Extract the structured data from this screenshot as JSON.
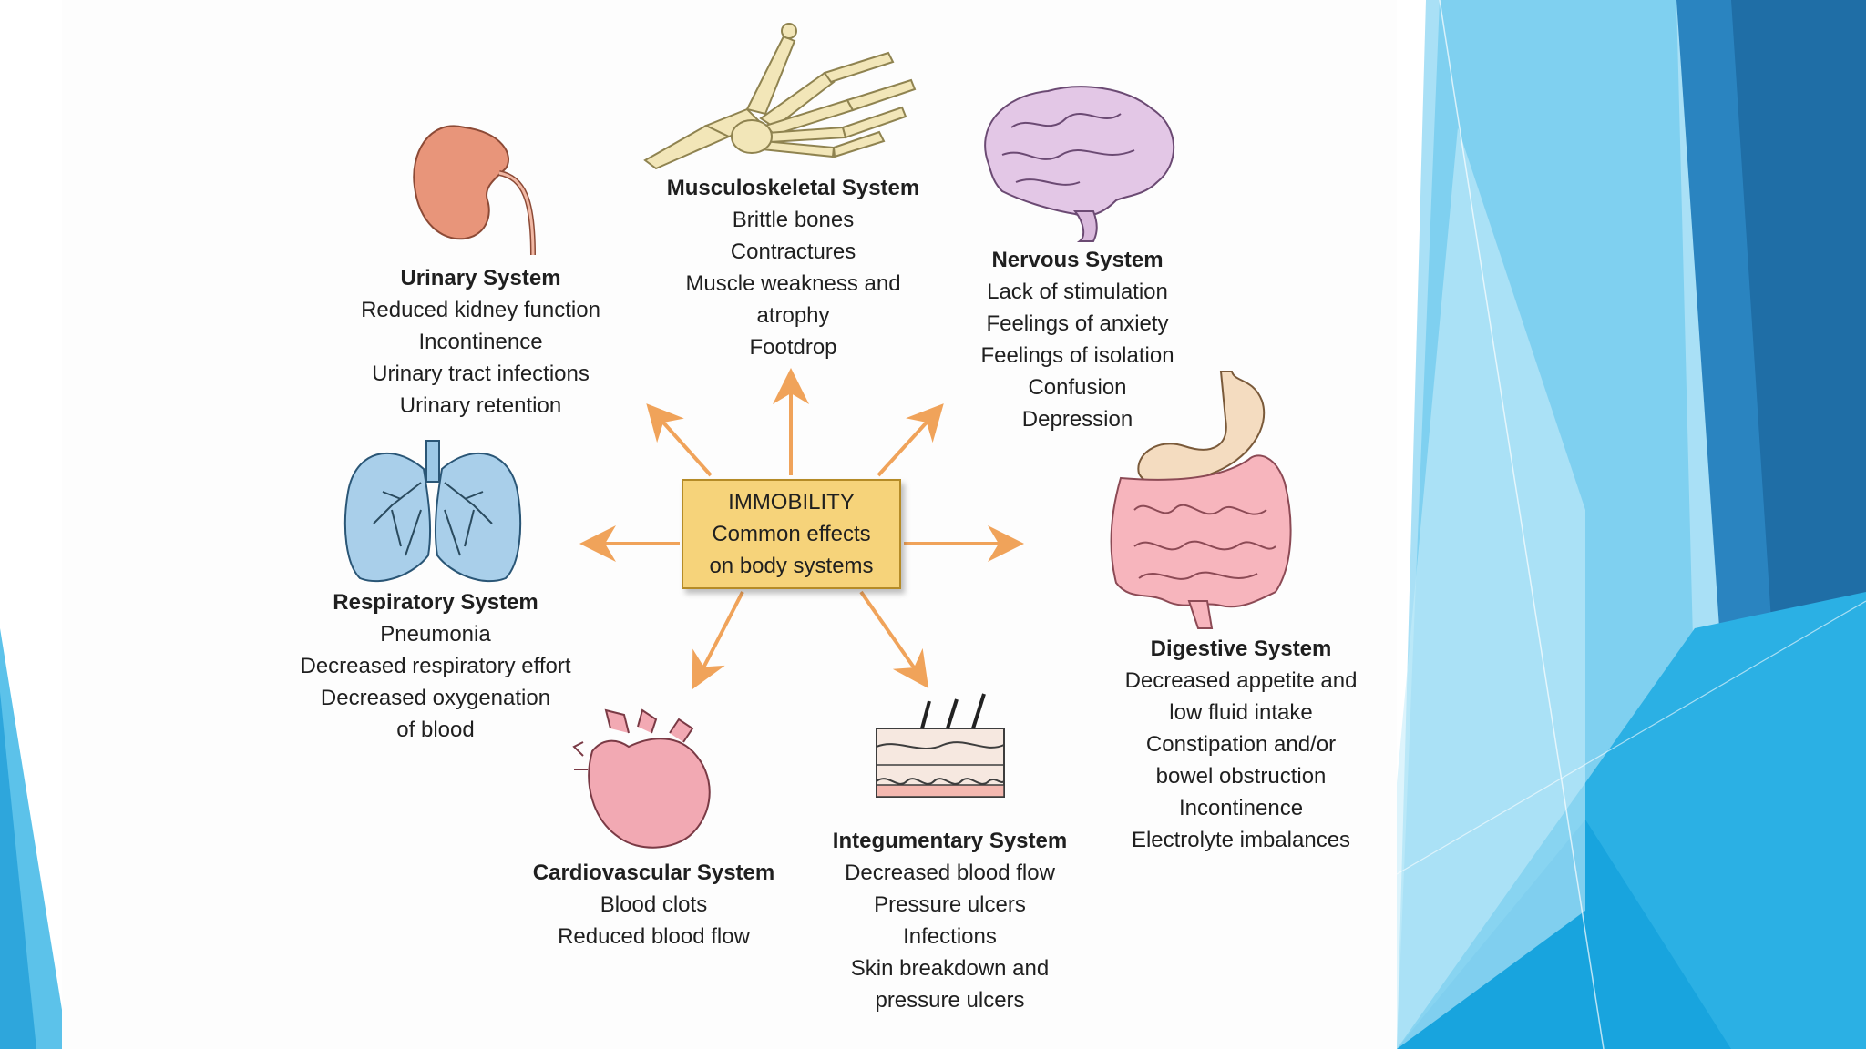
{
  "center": {
    "lines": [
      "IMMOBILITY",
      "Common effects",
      "on body systems"
    ]
  },
  "systems": {
    "musculoskeletal": {
      "title": "Musculoskeletal System",
      "effects": [
        "Brittle bones",
        "Contractures",
        "Muscle weakness and",
        "atrophy",
        "Footdrop"
      ]
    },
    "urinary": {
      "title": "Urinary System",
      "effects": [
        "Reduced kidney function",
        "Incontinence",
        "Urinary tract infections",
        "Urinary retention"
      ]
    },
    "nervous": {
      "title": "Nervous System",
      "effects": [
        "Lack of stimulation",
        "Feelings of anxiety",
        "Feelings of isolation",
        "Confusion",
        "Depression"
      ]
    },
    "respiratory": {
      "title": "Respiratory System",
      "effects": [
        "Pneumonia",
        "Decreased respiratory effort",
        "Decreased oxygenation",
        "of blood"
      ]
    },
    "digestive": {
      "title": "Digestive System",
      "effects": [
        "Decreased appetite and",
        "low fluid intake",
        "Constipation and/or",
        "bowel obstruction",
        "Incontinence",
        "Electrolyte imbalances"
      ]
    },
    "cardiovascular": {
      "title": "Cardiovascular System",
      "effects": [
        "Blood clots",
        "Reduced blood flow"
      ]
    },
    "integumentary": {
      "title": "Integumentary System",
      "effects": [
        "Decreased blood flow",
        "Pressure ulcers",
        "Infections",
        "Skin breakdown and",
        "pressure ulcers"
      ]
    }
  },
  "colors": {
    "arrow": "#f0a35a",
    "center_fill": "#f6d37a",
    "theme_blue_dark": "#1f6ea6",
    "theme_blue_light": "#7fd0f0"
  },
  "icons": {
    "musculoskeletal": "hand-skeleton-icon",
    "urinary": "kidney-icon",
    "nervous": "brain-icon",
    "respiratory": "lungs-icon",
    "digestive": "digestive-tract-icon",
    "cardiovascular": "heart-icon",
    "integumentary": "skin-layers-icon"
  }
}
